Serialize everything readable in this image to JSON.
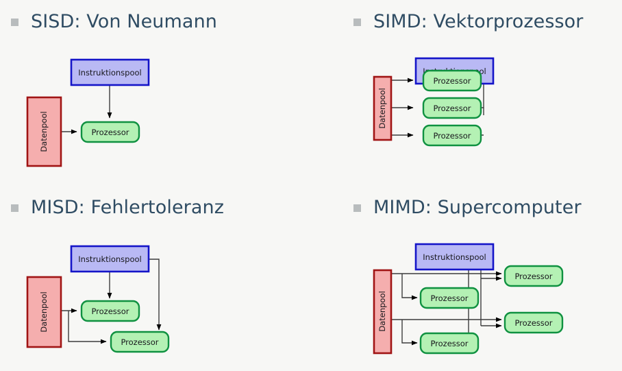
{
  "slide": {
    "background_color": "#f7f7f5",
    "heading_color": "#2f4c63",
    "bullet_color": "#b8bcbd"
  },
  "palette": {
    "instruction_fill": "#b9b9f4",
    "instruction_stroke": "#1414c8",
    "data_fill": "#f5aeae",
    "data_stroke": "#a01414",
    "processor_fill": "#b4f1b4",
    "processor_stroke": "#0f9140",
    "line_color": "#3c3c3c",
    "arrow_color": "#000000"
  },
  "labels": {
    "instruktionspool": "Instruktionspool",
    "datenpool": "Datenpool",
    "prozessor": "Prozessor"
  },
  "quadrants": [
    {
      "id": "sisd",
      "bullet": "square-bullet",
      "title": "SISD: Von Neumann",
      "instruction_pools": 1,
      "data_pools": 1,
      "processors": 1,
      "processor_labels": [
        "Prozessor"
      ]
    },
    {
      "id": "simd",
      "bullet": "square-bullet",
      "title": "SIMD: Vektorprozessor",
      "instruction_pools": 1,
      "data_pools": 1,
      "processors": 3,
      "processor_labels": [
        "Prozessor",
        "Prozessor",
        "Prozessor"
      ]
    },
    {
      "id": "misd",
      "bullet": "square-bullet",
      "title": "MISD: Fehlertoleranz",
      "instruction_pools": 1,
      "data_pools": 1,
      "processors": 2,
      "processor_labels": [
        "Prozessor",
        "Prozessor"
      ]
    },
    {
      "id": "mimd",
      "bullet": "square-bullet",
      "title": "MIMD: Supercomputer",
      "instruction_pools": 1,
      "data_pools": 1,
      "processors": 4,
      "processor_labels": [
        "Prozessor",
        "Prozessor",
        "Prozessor",
        "Prozessor"
      ]
    }
  ]
}
